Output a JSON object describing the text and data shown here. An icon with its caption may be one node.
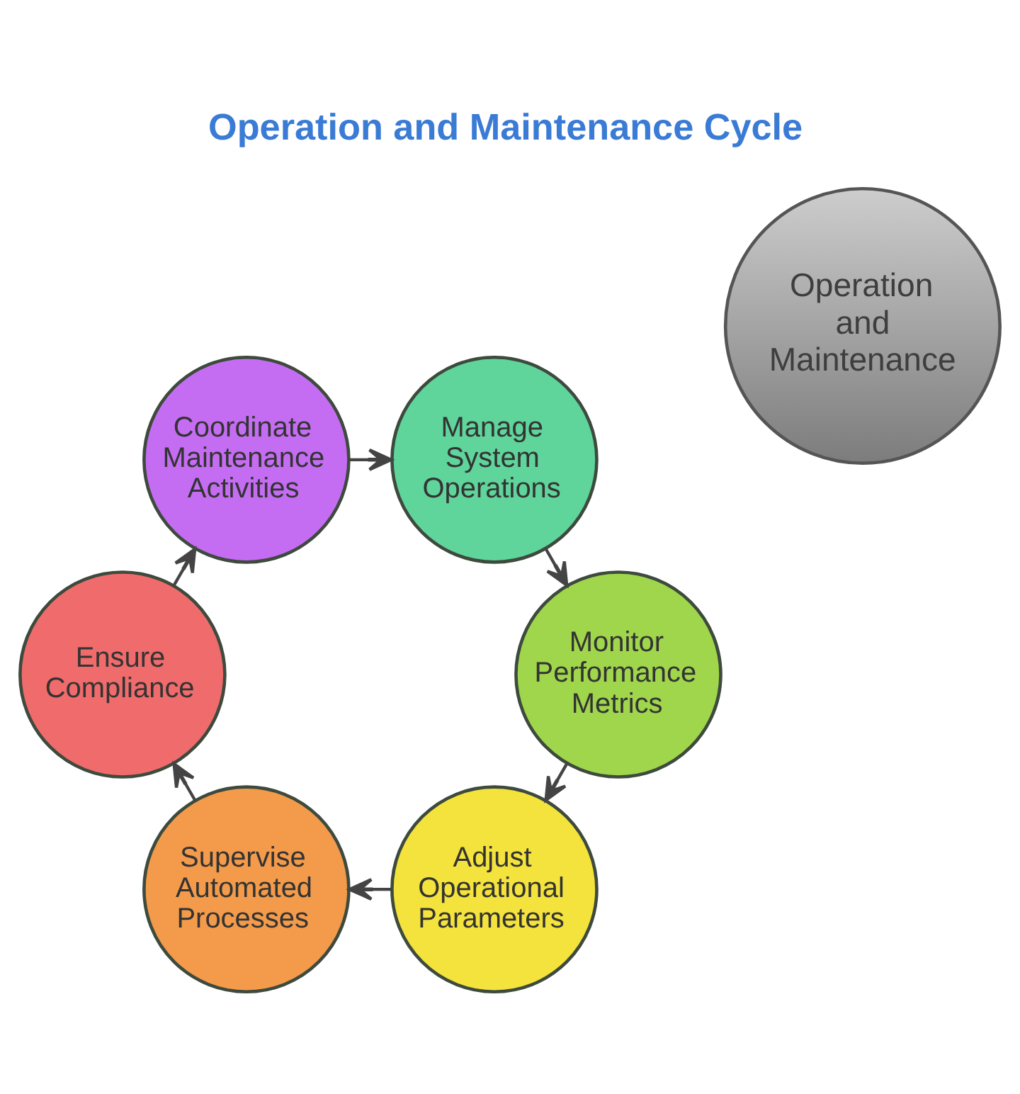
{
  "diagram": {
    "title": "Operation and Maintenance Cycle",
    "nodes": [
      {
        "text": [
          "Manage System Operations"
        ]
      },
      {
        "text": [
          "Coordinate Maintenance Activities"
        ]
      },
      {
        "text": [
          "Monitor Performance Metrics"
        ]
      },
      {
        "text": [
          "Operation and Maintenance"
        ]
      },
      {
        "text": [
          "Ensure Compliance"
        ]
      },
      {
        "text": [
          "Adjust Operational Parameters"
        ]
      },
      {
        "text": [
          "Supervise Automated Processes"
        ]
      }
    ],
    "edges": [
      {
        "from": 0,
        "to": 2,
        "arrow": "to"
      },
      {
        "from": 2,
        "to": 5,
        "arrow": "to"
      },
      {
        "from": 5,
        "to": 6,
        "arrow": "to"
      },
      {
        "from": 6,
        "to": 4,
        "arrow": "to"
      },
      {
        "from": 4,
        "to": 1,
        "arrow": "to"
      },
      {
        "from": 1,
        "to": 0,
        "arrow": "to"
      }
    ]
  }
}
